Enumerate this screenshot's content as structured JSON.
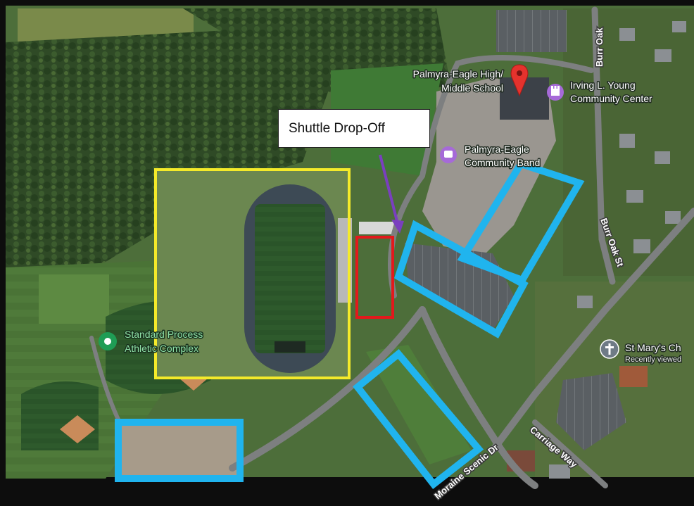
{
  "labels": {
    "school": [
      "Palmyra-Eagle High/",
      "Middle School"
    ],
    "community_center": [
      "Irving L. Young",
      "Community Center"
    ],
    "community_band": [
      "Palmyra-Eagle",
      "Community Band"
    ],
    "athletic_complex": [
      "Standard Process",
      "Athletic Complex"
    ],
    "church": "St Mary's Ch",
    "church_sub": "Recently viewed",
    "burr_oak_top": "Burr Oak",
    "burr_oak_st": "Burr Oak St",
    "moraine_scenic": "Moraine Scenic Dr",
    "carriage_way": "Carriage Way"
  },
  "callout": {
    "text": "Shuttle Drop-Off"
  },
  "colors": {
    "yellow_zone": "#f4ea2a",
    "blue_zone": "#20b4ee",
    "red_zone": "#e3191c",
    "arrow": "#7a3fbf",
    "pin_red": "#e5322d",
    "poi_purple": "#a66ad8",
    "poi_green": "#1f9d55",
    "poi_gray": "#6f7b86"
  },
  "icons": {
    "school_pin": "map-pin-icon",
    "community_center": "castle-icon",
    "community_band": "music-icon",
    "athletic_complex": "park-icon",
    "church": "cross-icon"
  }
}
